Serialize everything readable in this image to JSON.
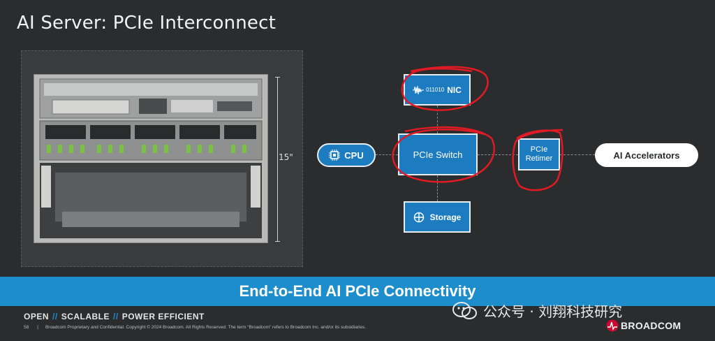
{
  "slide": {
    "title": "AI Server: PCIe Interconnect",
    "dimension_label": "15\"",
    "banner": "End-to-End AI PCIe Connectivity",
    "tagline": [
      "OPEN",
      "SCALABLE",
      "POWER EFFICIENT"
    ],
    "tagline_separator": "//",
    "page_number": "58",
    "footer_bar": "|",
    "footer_text": "Broadcom Proprietary and Confidential.  Copyright © 2024 Broadcom.  All Rights Reserved.  The term “Broadcom” refers to Broadcom Inc. and/or its subsidiaries.",
    "brand": "BROADCOM",
    "watermark": "公众号 · 刘翔科技研究"
  },
  "diagram": {
    "nic_label": "NIC",
    "nic_bits": "011010",
    "cpu_label": "CPU",
    "switch_label": "PCIe Switch",
    "retimer_label": [
      "PCIe",
      "Retimer"
    ],
    "accelerators_label": "AI Accelerators",
    "storage_label": "Storage"
  },
  "colors": {
    "box_blue": "#1d7cc0",
    "banner_blue": "#1e8dcc",
    "annotation_red": "#e01b24",
    "background": "#2b2c2e"
  }
}
